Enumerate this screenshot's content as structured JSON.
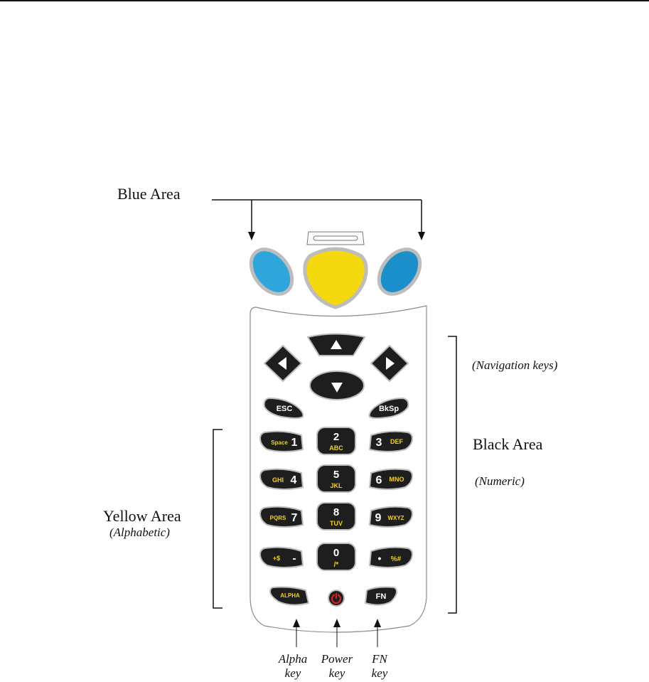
{
  "labels": {
    "blue_area": "Blue Area",
    "navigation_keys": "(Navigation keys)",
    "black_area": "Black Area",
    "numeric": "(Numeric)",
    "yellow_area": "Yellow Area",
    "alphabetic": "(Alphabetic)"
  },
  "callouts": {
    "alpha": [
      "Alpha",
      "key"
    ],
    "power": [
      "Power",
      "key"
    ],
    "fn": [
      "FN",
      "key"
    ]
  },
  "keys": {
    "esc": "ESC",
    "bksp": "BkSp",
    "alpha": "ALPHA",
    "fn": "FN",
    "r1": [
      {
        "main": "1",
        "sub": "Space"
      },
      {
        "main": "2",
        "sub": "ABC"
      },
      {
        "main": "3",
        "sub": "DEF"
      }
    ],
    "r2": [
      {
        "main": "4",
        "sub": "GHI"
      },
      {
        "main": "5",
        "sub": "JKL"
      },
      {
        "main": "6",
        "sub": "MNO"
      }
    ],
    "r3": [
      {
        "main": "7",
        "sub": "PQRS"
      },
      {
        "main": "8",
        "sub": "TUV"
      },
      {
        "main": "9",
        "sub": "WXYZ"
      }
    ],
    "r4": [
      {
        "main": "-",
        "sub": "+$"
      },
      {
        "main": "0",
        "sub": "/*"
      },
      {
        "main": "•",
        "sub": "%#"
      }
    ]
  },
  "colors": {
    "blue_left": "#2ea6dc",
    "blue_right": "#1a8fc9",
    "yellow_trigger": "#f5d90f",
    "key_black": "#1e1e1e",
    "key_yellow_text": "#f2d21b",
    "power_red": "#d42020"
  }
}
